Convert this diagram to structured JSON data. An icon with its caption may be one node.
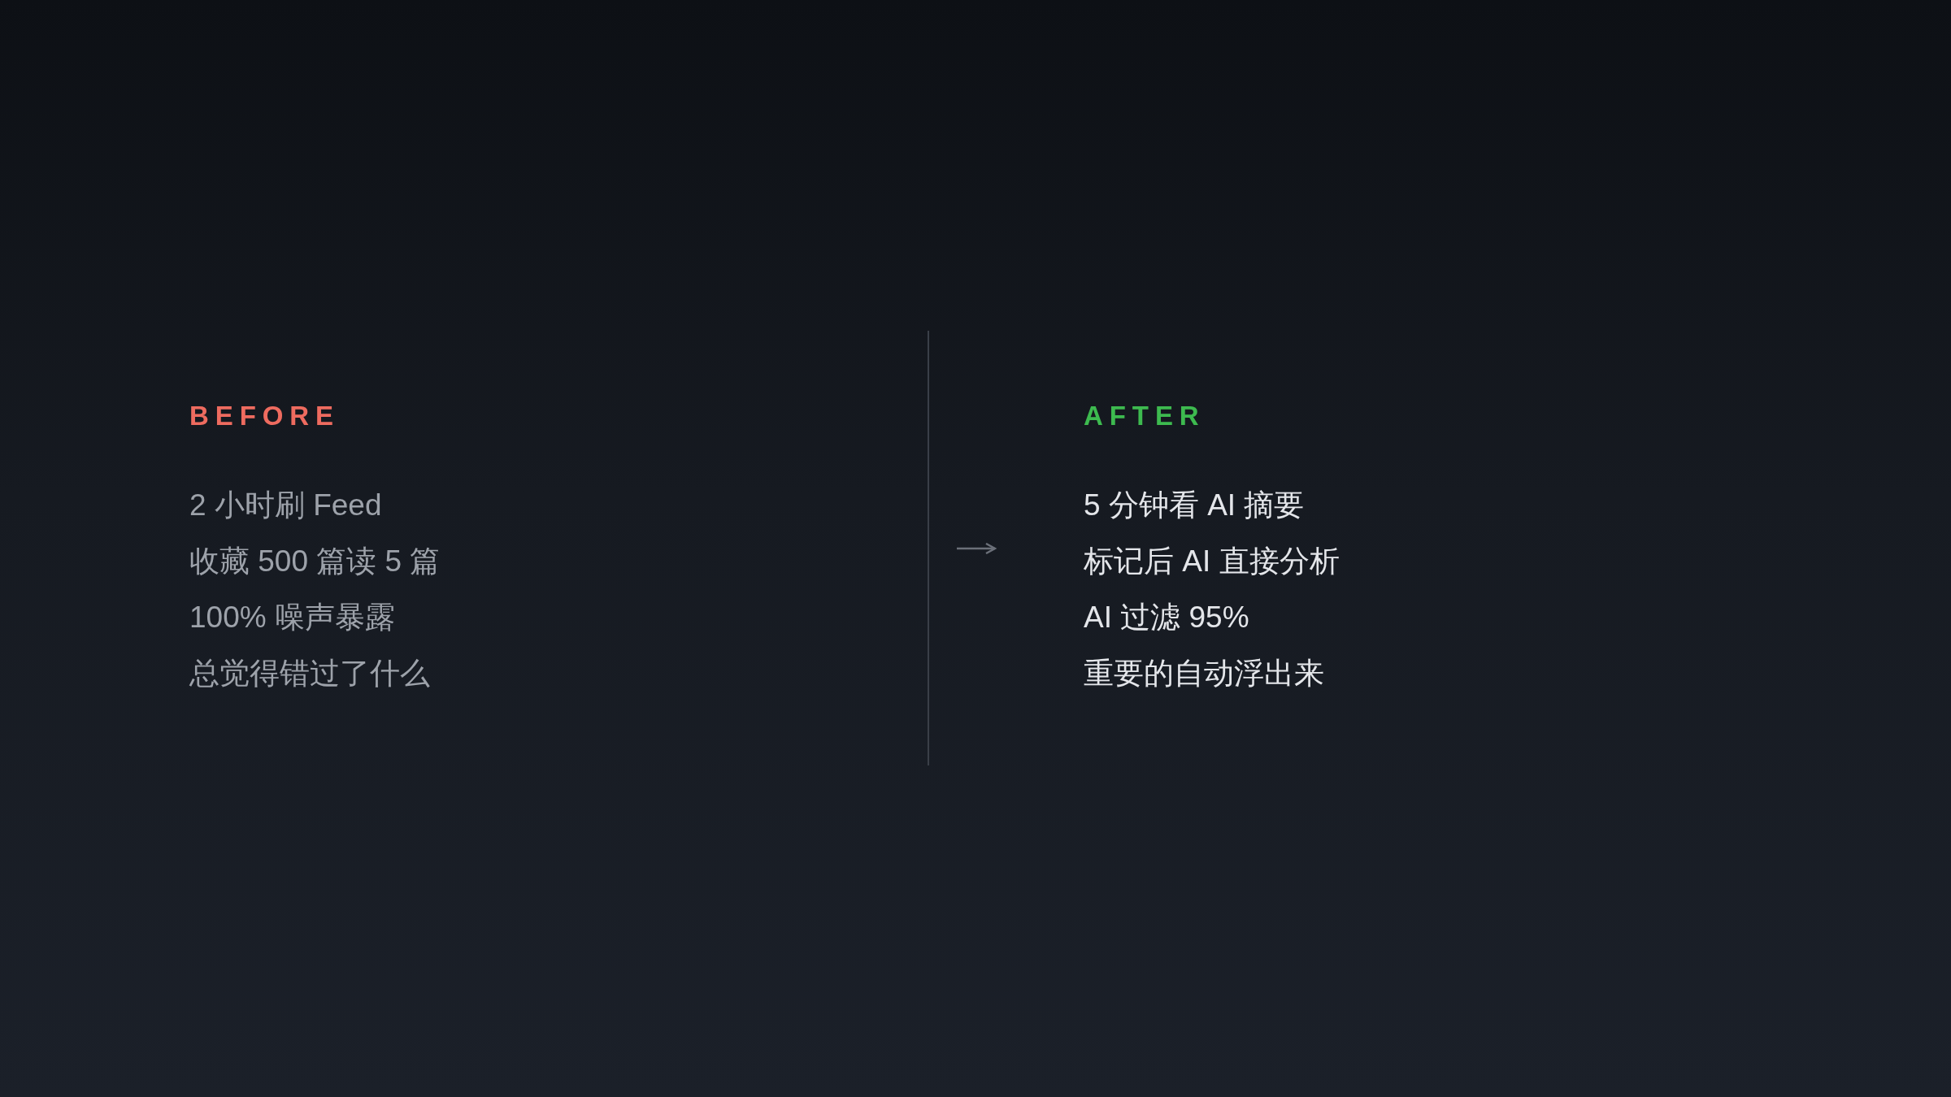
{
  "diagram": {
    "nodes": [
      {
        "text": [
          "BEFORE",
          "2 小时刷 Feed",
          "收藏 500 篇读 5 篇",
          "100% 噪声暴露",
          "总觉得错过了什么"
        ]
      },
      {
        "text": [
          "AFTER",
          "5 分钟看 AI 摘要",
          "标记后 AI 直接分析",
          "AI 过滤 95%",
          "重要的自动浮出来"
        ]
      }
    ],
    "edges": [
      {
        "from": 0,
        "to": 1,
        "arrow": "to"
      }
    ]
  }
}
